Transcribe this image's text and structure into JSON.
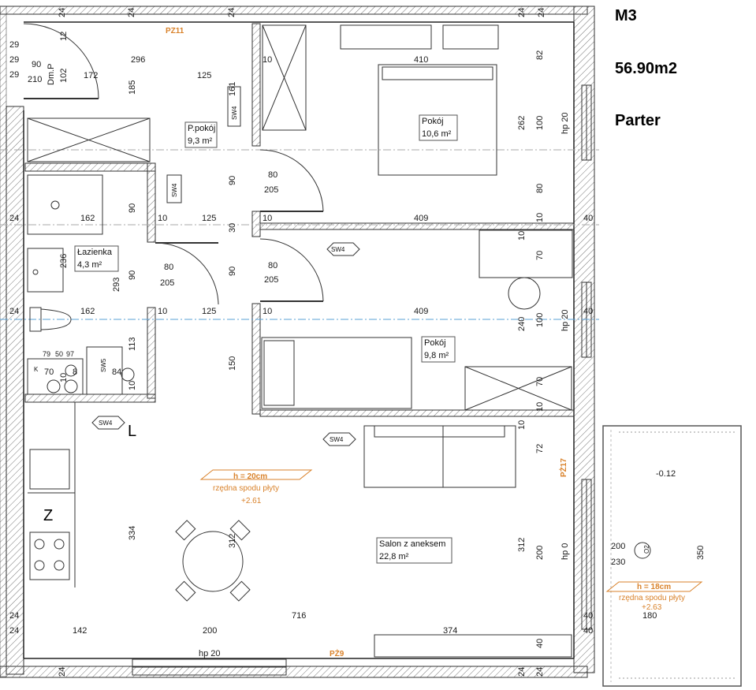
{
  "apartment": {
    "code": "M3",
    "area": "56.90m2",
    "floor": "Parter"
  },
  "rooms": [
    {
      "name": "P.pokój",
      "area": "9,3 m²"
    },
    {
      "name": "Pokój",
      "area": "10,6 m²"
    },
    {
      "name": "Łazienka",
      "area": "4,3 m²"
    },
    {
      "name": "Pokój",
      "area": "9,8 m²"
    },
    {
      "name": "Salon z aneksem",
      "area": "22,8 m²"
    }
  ],
  "slab_notes": [
    {
      "h": "h = 20cm",
      "label": "rzędna spodu płyty",
      "value": "+2.61"
    },
    {
      "h": "h = 18cm",
      "label": "rzędna spodu płyty",
      "value": "+2.63"
    }
  ],
  "markers": {
    "pz11": "PZ11",
    "pz9": "PŻ9",
    "pz17": "PŻ17",
    "sw4": "SW4",
    "sw5": "SW5",
    "dm": "Dm.P",
    "o2": "O2",
    "hp0": "hp 0",
    "hp20": "hp 20",
    "level": "-0.12",
    "z": "Z",
    "l": "L",
    "k": "K"
  },
  "dimensions": {
    "top_24": "24",
    "d29": "29",
    "d12": "12",
    "d90": "90",
    "d102": "102",
    "d210": "210",
    "d296": "296",
    "d172": "172",
    "d185": "185",
    "d125": "125",
    "d161": "161",
    "d10": "10",
    "d410": "410",
    "d82": "82",
    "d262": "262",
    "d100": "100",
    "d80": "80",
    "d205": "205",
    "d162": "162",
    "d409": "409",
    "d40": "40",
    "d30": "30",
    "d236": "236",
    "d293": "293",
    "d70": "70",
    "d240": "240",
    "d113": "113",
    "d84": "84",
    "d8": "8",
    "d79": "79",
    "d150": "150",
    "d72": "72",
    "d334": "334",
    "d312": "312",
    "d200": "200",
    "d230": "230",
    "d350": "350",
    "d716": "716",
    "d180": "180",
    "d142": "142",
    "d374": "374",
    "d97": "97",
    "d50": "50"
  }
}
